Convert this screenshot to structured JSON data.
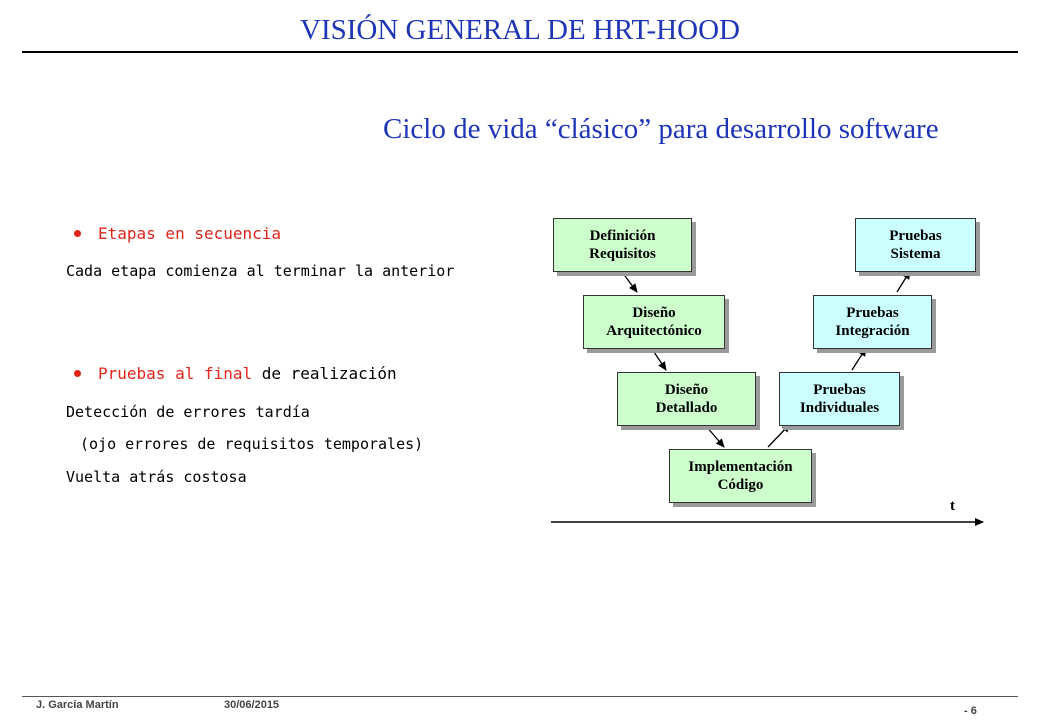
{
  "header": {
    "title": "VISIÓN GENERAL DE HRT-HOOD"
  },
  "subtitle": "Ciclo de vida “clásico” para desarrollo software",
  "left": {
    "b1": "Etapas en secuencia",
    "b1_sub": "Cada etapa comienza al terminar la anterior",
    "b2_red": "Pruebas al final",
    "b2_rest": " de realización",
    "b2_sub1": "Detección de errores tardía",
    "b2_sub2": "(ojo errores de requisitos temporales)",
    "b2_sub3": "Vuelta atrás costosa"
  },
  "diagram": {
    "def_1": "Definición",
    "def_2": "Requisitos",
    "dis_1": "Diseño",
    "dis_2": "Arquitectónico",
    "det_1": "Diseño",
    "det_2": "Detallado",
    "imp_1": "Implementación",
    "imp_2": "Código",
    "ind_1": "Pruebas",
    "ind_2": "Individuales",
    "int_1": "Pruebas",
    "int_2": "Integración",
    "sis_1": "Pruebas",
    "sis_2": "Sistema",
    "axis_label": "t"
  },
  "footer": {
    "author": "J. García Martín",
    "date": "30/06/2015",
    "page": "- 6"
  },
  "colors": {
    "title": "#1f35b8",
    "bullet": "#e0251b",
    "box_green": "#ccffcc",
    "box_cyan": "#ccffff"
  }
}
